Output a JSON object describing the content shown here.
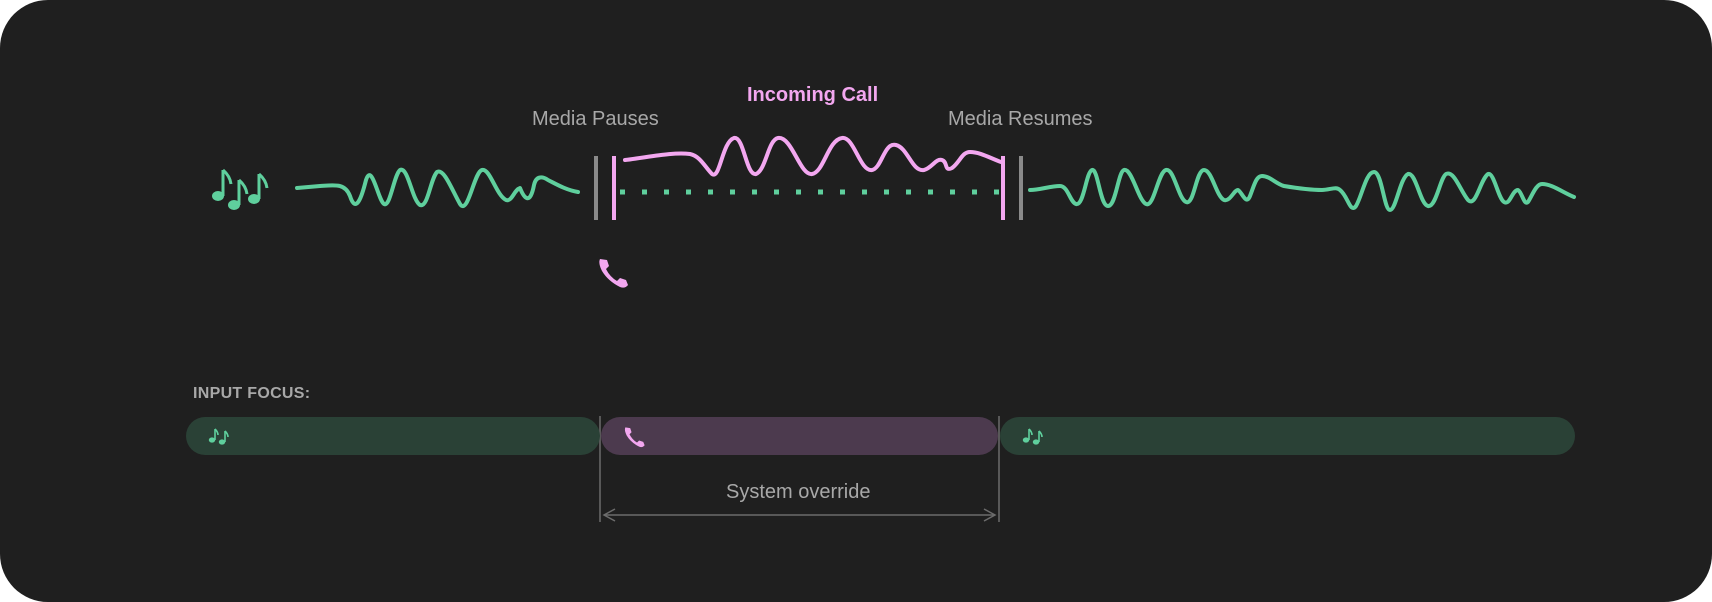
{
  "labels": {
    "media_pauses": "Media Pauses",
    "incoming_call": "Incoming Call",
    "media_resumes": "Media Resumes",
    "input_focus": "INPUT FOCUS:",
    "system_override": "System override"
  },
  "icons": {
    "media": "music-notes-icon",
    "call": "phone-icon"
  },
  "colors": {
    "background": "#1f1f1f",
    "media_wave": "#5fcf9d",
    "call_wave": "#f3a7f0",
    "marker": "#8a8a8a",
    "label": "#a8a8a8",
    "media_bar": "#2a4136",
    "call_bar": "#4c3a4e"
  }
}
